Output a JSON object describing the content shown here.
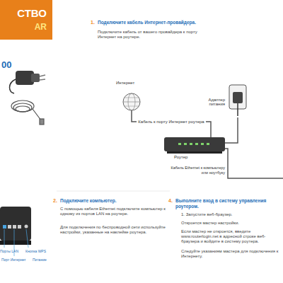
{
  "diagram": {
    "nodes": [
      {
        "text": [
          "СТВО",
          "AR"
        ]
      },
      {
        "text": [
          "Интернет"
        ]
      },
      {
        "text": [
          "Роутер"
        ]
      },
      {
        "text": [
          "Адаптер питания"
        ]
      }
    ],
    "edges": [
      {
        "from": 1,
        "to": 2,
        "label": "Кабель к порту Интернет роутера",
        "arrow": "none"
      },
      {
        "from": 2,
        "to": 3,
        "arrow": "none"
      }
    ],
    "labels": [
      "00",
      "1.",
      "Подключите кабель Интернет-провайдера.",
      "Подключите кабель от вашего провайдера к порту Интернет на роутере.",
      "Кабель Ethernet к компьютеру или ноутбуку",
      "2.",
      "Подключите компьютер.",
      "С помощью кабеля Ethernet подключите компьютер к одному из портов LAN на роутере.",
      "Для подключения по беспроводной сети используйте настройки, указанные на наклейке роутера.",
      "4.",
      "Выполните вход в систему управления роутером.",
      "1. Запустите веб-браузер.",
      "Откроется мастер настройки.",
      "Если мастер не откроется, введите www.routerlogin.net в адресной строке веб-браузера и войдите в систему роутера.",
      "Следуйте указаниям мастера для подключения к Интернету.",
      "Порты LAN",
      "Порт Интернет",
      "Кнопка WPS",
      "Питание"
    ]
  }
}
